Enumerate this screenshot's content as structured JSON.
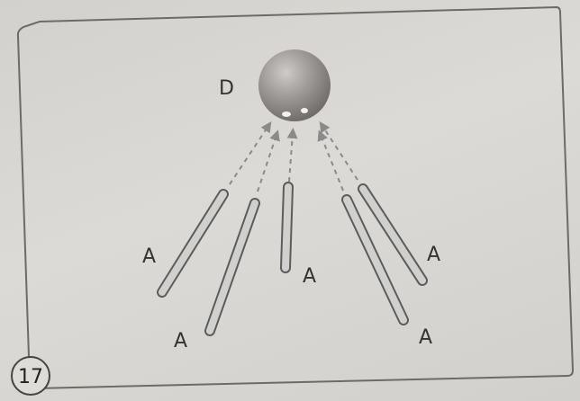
{
  "diagram": {
    "sphere_label": "D",
    "rod_labels": [
      "A",
      "A",
      "A",
      "A",
      "A"
    ],
    "page_number": "17"
  },
  "colors": {
    "frame": "#6b6b6b",
    "rod_fill": "#cfcfcd",
    "rod_stroke": "#5c5c5c",
    "arrow": "#8a8a8a",
    "sphere_base": "#8e8b88"
  }
}
